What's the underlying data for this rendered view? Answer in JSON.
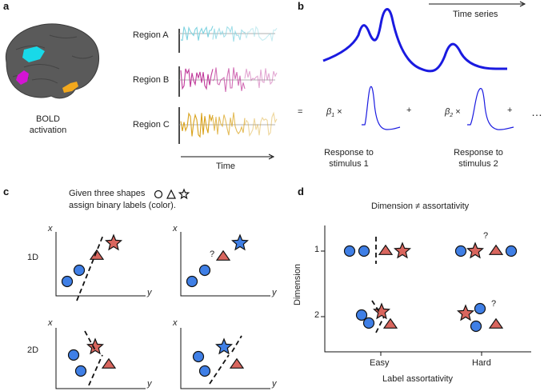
{
  "panels": {
    "a": "a",
    "b": "b",
    "c": "c",
    "d": "d"
  },
  "panel_a": {
    "bold_label": "BOLD\nactivation",
    "regions": [
      {
        "label": "Region A",
        "color": "#7fd3e0"
      },
      {
        "label": "Region B",
        "color": "#c0399a"
      },
      {
        "label": "Region C",
        "color": "#d9a21b"
      }
    ],
    "time_label": "Time",
    "brain_colors": {
      "cortex": "#5a5a5a",
      "cyan": "#18d9e8",
      "magenta": "#d414d4",
      "orange": "#f2a81d"
    }
  },
  "panel_b": {
    "time_series_label": "Time series",
    "equals": "=",
    "beta1": "β",
    "beta1_sub": "1",
    "beta2": "β",
    "beta2_sub": "2",
    "times": "×",
    "plus": "+",
    "ellipsis": "…",
    "response1": "Response to\nstimulus 1",
    "response2": "Response to\nstimulus 2",
    "line_color": "#1a1ae0"
  },
  "panel_c": {
    "instruction_line1": "Given three shapes",
    "instruction_line2": "assign binary labels (color).",
    "row_labels": [
      "1D",
      "2D"
    ],
    "axis_x": "x",
    "axis_y": "y",
    "question": "?",
    "colors": {
      "circle": "#3f7fe6",
      "triangle": "#d9665e",
      "star_red": "#d9665e",
      "star_blue": "#3f7fe6"
    }
  },
  "panel_d": {
    "title": "Dimension ≠ assortativity",
    "y_axis_label": "Dimension",
    "y_ticks": [
      "1",
      "2"
    ],
    "x_ticks": [
      "Easy",
      "Hard"
    ],
    "x_axis_label": "Label assortativity",
    "question": "?"
  }
}
